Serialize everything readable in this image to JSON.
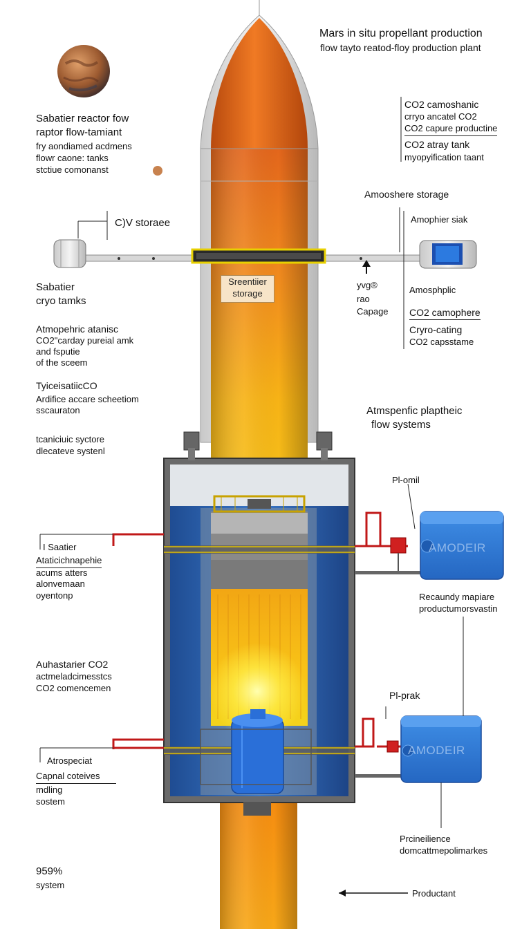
{
  "title": {
    "line1": "Mars in situ propellant production",
    "line2": "flow tayto reatod-floy production plant"
  },
  "left_labels": {
    "sabatier_heading": [
      "Sabatier reactor fow",
      "raptor flow-tamiant"
    ],
    "sabatier_sub": [
      "fry aondiamed acdmens",
      "flowr caone: tanks",
      "stctiue comonanst"
    ],
    "cv_storage": "C)V storaee",
    "sabatier_cryo": [
      "Sabatier",
      "cryo tamks"
    ],
    "atmospheric": [
      "Atmopehric atanisc",
      "CO2\"carday pureial amk",
      "and fsputie",
      "of the sceem"
    ],
    "tyice": [
      "TyiceisatiicCO",
      "Ardifice accare scheetiom",
      "sscauraton"
    ],
    "teaniciuic": [
      "tcaniciuic syctore",
      "dlecateve systenl"
    ],
    "sabatier_line": "I Saatier",
    "ataticn": [
      "Ataticichnapehie",
      "acums atters",
      "alonvemaan",
      "oyentonp"
    ],
    "auhastarier": [
      "Auhastarier CO2",
      "actmeladcimesstcs",
      "CO2 comencemen"
    ],
    "atrospeciat": "Atrospeciat",
    "capnal": [
      "Capnal coteives",
      "mdling",
      "sostem"
    ],
    "percent": "959%",
    "system": "system"
  },
  "right_labels": {
    "co2_block": [
      "CO2 camoshanic",
      "crryo ancatel CO2",
      "CO2 capure productine",
      "CO2 atray tank",
      "myopyification taant"
    ],
    "atm_storage": "Amooshere storage",
    "amophier_siak": "Amophier siak",
    "yvg": [
      "yvg®",
      "rao",
      "Capage"
    ],
    "amosphlic": "Amosphplic",
    "co2_camophere": "CO2 camophere",
    "cryo_cating": [
      "Cryro-cating",
      "CO2 capsstame"
    ],
    "atmspenfic": [
      "Atmspenfic plaptheic",
      "flow systems"
    ],
    "pi_omil": "Pl-omil",
    "pi_prak": "Pl-prak",
    "recaundy": [
      "Recaundy mapiare",
      "productumorsvastin"
    ],
    "precilience": [
      "Prcineilience",
      "domcattmepolimarkes"
    ],
    "productant": "Productant"
  },
  "center": {
    "storage_box": [
      "Sreentiier",
      "storage"
    ],
    "tank_label_upper": "AMODEIR",
    "tank_label_lower": "AMODEIR"
  },
  "colors": {
    "rocket_orange": "#e0651a",
    "rocket_yellow": "#f7b316",
    "tank_blue": "#2f63b5",
    "module_blue": "#2f7fd8",
    "pipe_red": "#c01818"
  }
}
